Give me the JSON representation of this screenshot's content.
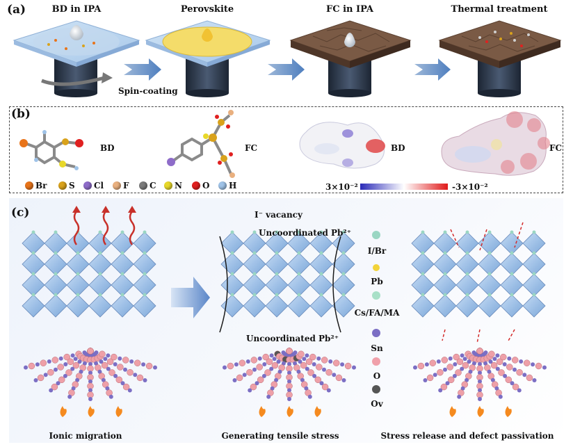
{
  "panel_a": {
    "label": "(a)",
    "steps": [
      "BD in IPA",
      "Perovskite",
      "FC in IPA",
      "Thermal treatment"
    ],
    "spin_label": "Spin-coating"
  },
  "panel_b": {
    "label": "(b)",
    "mol1": "BD",
    "mol2": "FC",
    "esp1": "BD",
    "esp2": "FC",
    "legend": [
      {
        "sym": "Br",
        "color": "#e8741a"
      },
      {
        "sym": "S",
        "color": "#d9a21b"
      },
      {
        "sym": "Cl",
        "color": "#8e6cc9"
      },
      {
        "sym": "F",
        "color": "#e9b07f"
      },
      {
        "sym": "C",
        "color": "#7c7c7c"
      },
      {
        "sym": "N",
        "color": "#e8d82a"
      },
      {
        "sym": "O",
        "color": "#e02020"
      },
      {
        "sym": "H",
        "color": "#9fc3e8"
      }
    ],
    "scale_min": "3×10⁻²",
    "scale_max": "-3×10⁻²"
  },
  "panel_c": {
    "label": "(c)",
    "i_vacancy": "I⁻ vacancy",
    "uncoord_top": "Uncoordinated Pb²⁺",
    "uncoord_bottom": "Uncoordinated Pb²⁺",
    "legend": [
      {
        "text": "I/Br",
        "color": "#9ad6c3"
      },
      {
        "text": "Pb",
        "color": "#f2d33a"
      },
      {
        "text": "Cs/FA/MA",
        "color": "#a8e0c8"
      },
      {
        "text": "Sn",
        "color": "#7b6ec4"
      },
      {
        "text": "O",
        "color": "#f0a0aa"
      },
      {
        "text": "Ov",
        "color": "#555555"
      }
    ],
    "captions": [
      "Ionic migration",
      "Generating tensile stress",
      "Stress release and defect passivation"
    ]
  }
}
